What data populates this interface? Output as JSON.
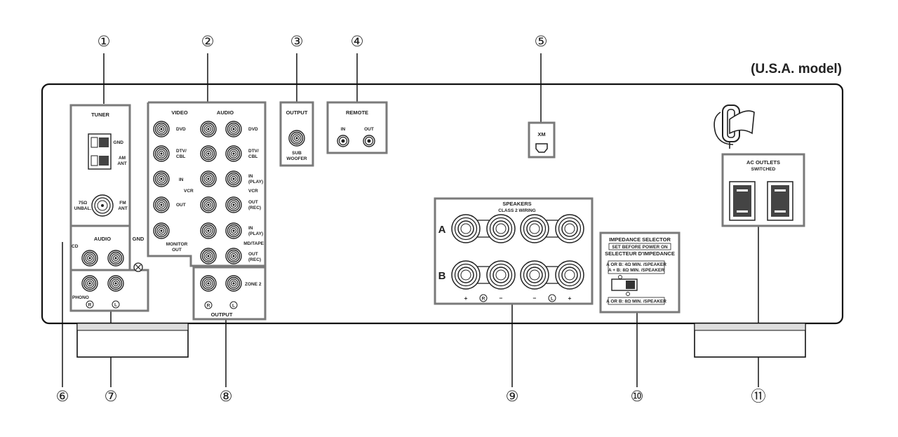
{
  "model_label": "(U.S.A. model)",
  "callouts": [
    "①",
    "②",
    "③",
    "④",
    "⑤",
    "⑥",
    "⑦",
    "⑧",
    "⑨",
    "⑩",
    "⑪"
  ],
  "tuner": {
    "title": "TUNER",
    "gnd": "GND",
    "am_ant": [
      "AM",
      "ANT"
    ],
    "unbal": [
      "75Ω",
      "UNBAL."
    ],
    "fm_ant": [
      "FM",
      "ANT"
    ]
  },
  "audio_left": {
    "title": "AUDIO",
    "cd": "CD",
    "gnd": "GND",
    "phono": "PHONO",
    "r": "R",
    "l": "L"
  },
  "av": {
    "video": "VIDEO",
    "audio": "AUDIO",
    "dvd": "DVD",
    "dtv_cbl": [
      "DTV/",
      "CBL"
    ],
    "in": "IN",
    "vcr": "VCR",
    "out": "OUT",
    "monitor_out": [
      "MONITOR",
      "OUT"
    ],
    "in_play": [
      "IN",
      "(PLAY)"
    ],
    "out_rec": [
      "OUT",
      "(REC)"
    ],
    "md_tape": "MD/TAPE",
    "zone2": "ZONE 2",
    "output": "OUTPUT",
    "r": "R",
    "l": "L"
  },
  "subwoofer": {
    "title": "OUTPUT",
    "label": [
      "SUB",
      "WOOFER"
    ]
  },
  "remote": {
    "title": "REMOTE",
    "in": "IN",
    "out": "OUT"
  },
  "xm": {
    "label": "XM"
  },
  "speakers": {
    "title": "SPEAKERS",
    "subtitle": "CLASS 2 WIRING",
    "a": "A",
    "b": "B",
    "signs": [
      "+",
      "R",
      "−",
      "−",
      "L",
      "+"
    ]
  },
  "impedance": {
    "title": "IMPEDANCE SELECTOR",
    "set_before": "SET BEFORE POWER ON",
    "fr_title": "SELECTEUR D'IMPEDANCE",
    "upper": [
      "A OR B: 4Ω MIN. /SPEAKER",
      "A + B: 8Ω MIN. /SPEAKER"
    ],
    "lower": "A OR B: 8Ω MIN. /SPEAKER"
  },
  "ac": {
    "title": "AC OUTLETS",
    "subtitle": "SWITCHED"
  }
}
